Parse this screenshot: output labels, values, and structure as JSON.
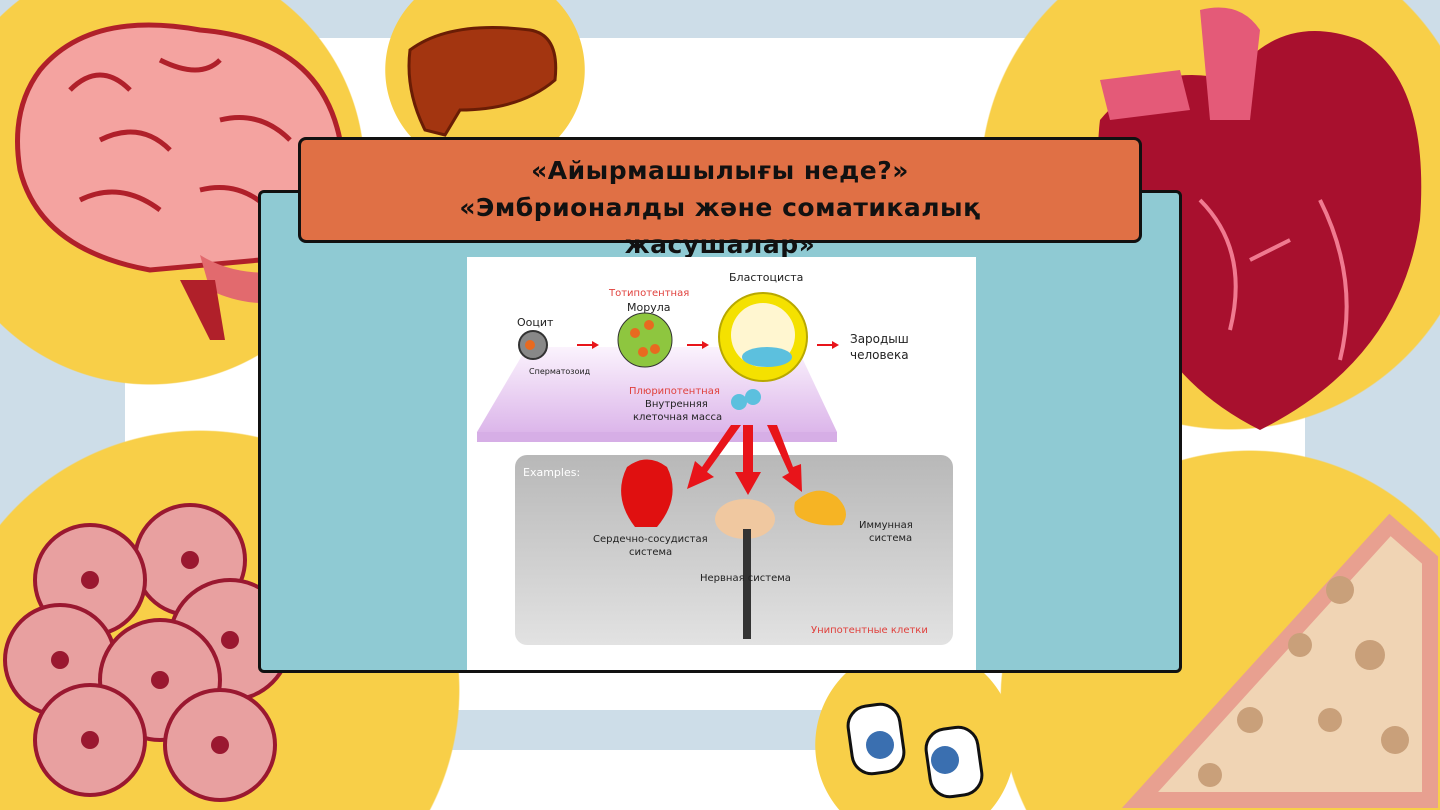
{
  "slide": {
    "title_lines": [
      "«Айырмашылығы неде?»",
      "«Эмбрионалды және соматикалық",
      "жасушалар»"
    ]
  },
  "diagram": {
    "oocyte": "Ооцит",
    "sperm": "Сперматозоид",
    "totipotent": "Тотипотентная",
    "morula": "Морула",
    "blastocyst": "Бластоциста",
    "embryo_line1": "Зародыш",
    "embryo_line2": "человека",
    "pluripotent": "Плюрипотентная",
    "icm_line1": "Внутренняя",
    "icm_line2": "клеточная масса",
    "examples": "Examples:",
    "cardio_line1": "Сердечно-сосудистая",
    "cardio_line2": "система",
    "nervous": "Нервная система",
    "immune_line1": "Иммунная",
    "immune_line2": "система",
    "unipotent": "Унипотентные клетки"
  },
  "colors": {
    "yellow": "#f8cf48",
    "panel": "#8fcad3",
    "title_box": "#e07045",
    "frame": "#cddde8",
    "accent_red": "#e0403c"
  }
}
